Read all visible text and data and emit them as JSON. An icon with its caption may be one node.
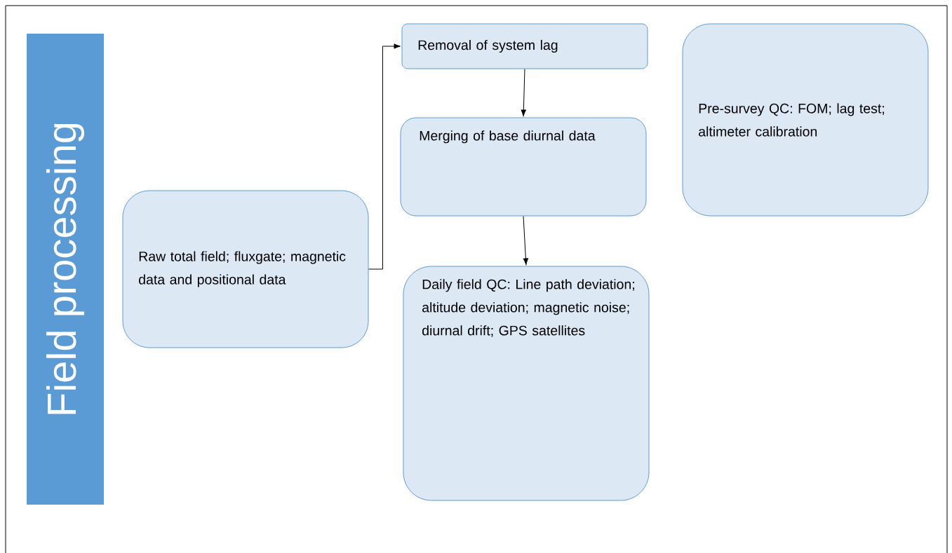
{
  "diagram": {
    "nodes": [
      {
        "text": [
          "Field processing"
        ]
      },
      {
        "text": [
          "Raw total field; fluxgate; magnetic data and positional data"
        ]
      },
      {
        "text": [
          "Removal of system lag"
        ]
      },
      {
        "text": [
          "Merging of base diurnal data"
        ]
      },
      {
        "text": [
          "Daily field QC: Line path deviation; altitude deviation; magnetic noise; diurnal drift; GPS satellites"
        ]
      },
      {
        "text": [
          "Pre-survey QC: FOM; lag test; altimeter calibration"
        ]
      }
    ],
    "edges": [
      {
        "from": 1,
        "to": 2,
        "arrow": "to"
      },
      {
        "from": 2,
        "to": 3,
        "arrow": "to"
      },
      {
        "from": 3,
        "to": 4,
        "arrow": "to"
      }
    ]
  }
}
